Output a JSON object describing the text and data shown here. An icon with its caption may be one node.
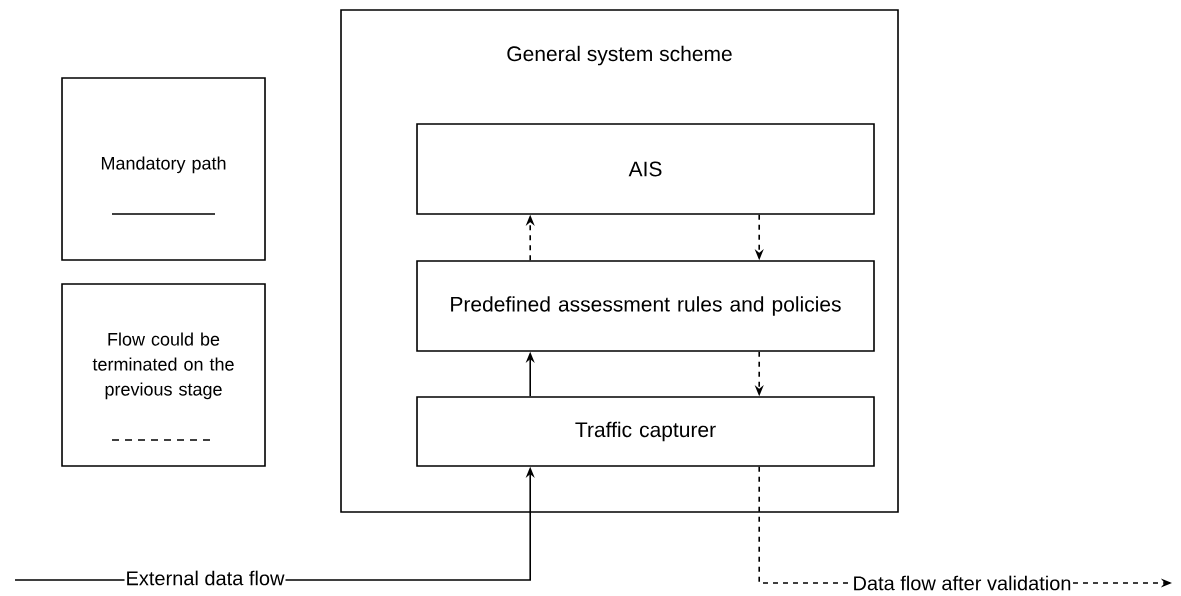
{
  "diagram": {
    "nodes": [
      {
        "text": [
          "General system scheme"
        ]
      },
      {
        "text": [
          "AIS"
        ],
        "in": 0
      },
      {
        "text": [
          "Predefined assessment rules and policies"
        ],
        "in": 0
      },
      {
        "text": [
          "Traffic capturer"
        ],
        "in": 0
      }
    ],
    "edges": [
      {
        "from": 2,
        "to": 1,
        "arrow": "to",
        "style": "dashed"
      },
      {
        "from": 1,
        "to": 2,
        "arrow": "to",
        "style": "dashed"
      },
      {
        "from": 3,
        "to": 2,
        "arrow": "to"
      },
      {
        "from": 2,
        "to": 3,
        "arrow": "to",
        "style": "dashed"
      },
      {
        "from": null,
        "to": 3,
        "arrow": "to",
        "label": "External data flow"
      },
      {
        "from": 3,
        "to": null,
        "arrow": "to",
        "style": "dashed",
        "label": "Data flow after validation"
      }
    ],
    "legend": [
      {
        "text": "Mandatory path"
      },
      {
        "text": "Flow could be terminated on the previous stage"
      }
    ]
  }
}
